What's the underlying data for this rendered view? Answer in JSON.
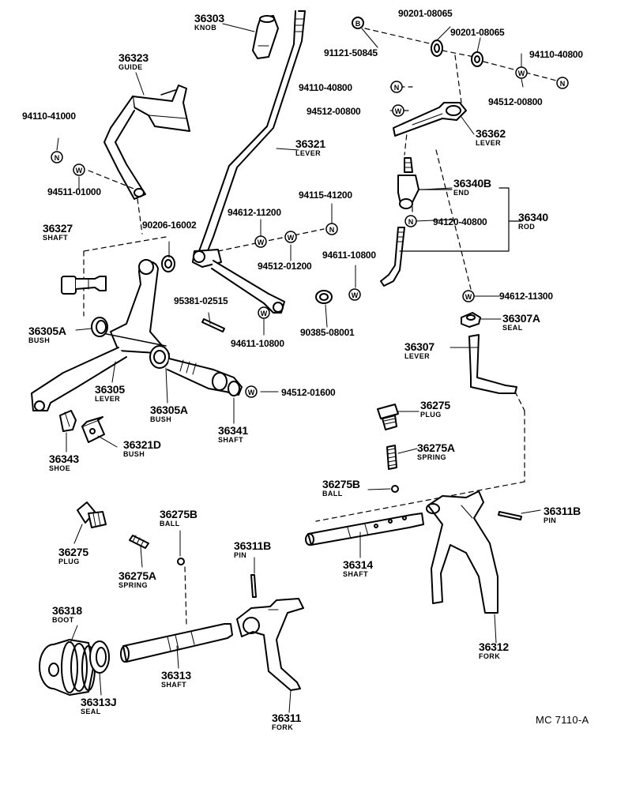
{
  "diagram_ref": "MC  7110-A",
  "parts": {
    "knob": {
      "number": "36303",
      "name": "KNOB"
    },
    "guide": {
      "number": "36323",
      "name": "GUIDE"
    },
    "lever_36321": {
      "number": "36321",
      "name": "LEVER"
    },
    "lever_36362": {
      "number": "36362",
      "name": "LEVER"
    },
    "end": {
      "number": "36340B",
      "name": "END"
    },
    "rod": {
      "number": "36340",
      "name": "ROD"
    },
    "shaft_36327": {
      "number": "36327",
      "name": "SHAFT"
    },
    "bush_36305a_top": {
      "number": "36305A",
      "name": "BUSH"
    },
    "lever_36305": {
      "number": "36305",
      "name": "LEVER"
    },
    "bush_36305a_bottom": {
      "number": "36305A",
      "name": "BUSH"
    },
    "shaft_36341": {
      "number": "36341",
      "name": "SHAFT"
    },
    "shoe": {
      "number": "36343",
      "name": "SHOE"
    },
    "bush_36321d": {
      "number": "36321D",
      "name": "BUSH"
    },
    "seal_36307a": {
      "number": "36307A",
      "name": "SEAL"
    },
    "lever_36307": {
      "number": "36307",
      "name": "LEVER"
    },
    "plug_right": {
      "number": "36275",
      "name": "PLUG"
    },
    "spring_right": {
      "number": "36275A",
      "name": "SPRING"
    },
    "ball_right": {
      "number": "36275B",
      "name": "BALL"
    },
    "pin_right": {
      "number": "36311B",
      "name": "PIN"
    },
    "shaft_36314": {
      "number": "36314",
      "name": "SHAFT"
    },
    "fork_36312": {
      "number": "36312",
      "name": "FORK"
    },
    "plug_left": {
      "number": "36275",
      "name": "PLUG"
    },
    "spring_left": {
      "number": "36275A",
      "name": "SPRING"
    },
    "ball_left": {
      "number": "36275B",
      "name": "BALL"
    },
    "pin_left": {
      "number": "36311B",
      "name": "PIN"
    },
    "boot": {
      "number": "36318",
      "name": "BOOT"
    },
    "shaft_36313": {
      "number": "36313",
      "name": "SHAFT"
    },
    "seal_36313j": {
      "number": "36313J",
      "name": "SEAL"
    },
    "fork_36311": {
      "number": "36311",
      "name": "FORK"
    }
  },
  "hardware": {
    "c90201_a": "90201-08065",
    "c90201_b": "90201-08065",
    "c91121": "91121-50845",
    "c94110_40800_right": "94110-40800",
    "c94110_40800_left": "94110-40800",
    "c94512_00800_right": "94512-00800",
    "c94512_00800_left": "94512-00800",
    "c94110_41000": "94110-41000",
    "c94511_01000": "94511-01000",
    "c90206": "90206-16002",
    "c94612_11200": "94612-11200",
    "c94115": "94115-41200",
    "c94512_01200": "94512-01200",
    "c94611_10800_right": "94611-10800",
    "c94120": "94120-40800",
    "c95381": "95381-02515",
    "c94611_10800_left": "94611-10800",
    "c90385": "90385-08001",
    "c94612_11300": "94612-11300",
    "c94512_01600": "94512-01600"
  },
  "symbols": {
    "nut": "N",
    "washer": "W",
    "bolt": "B"
  }
}
